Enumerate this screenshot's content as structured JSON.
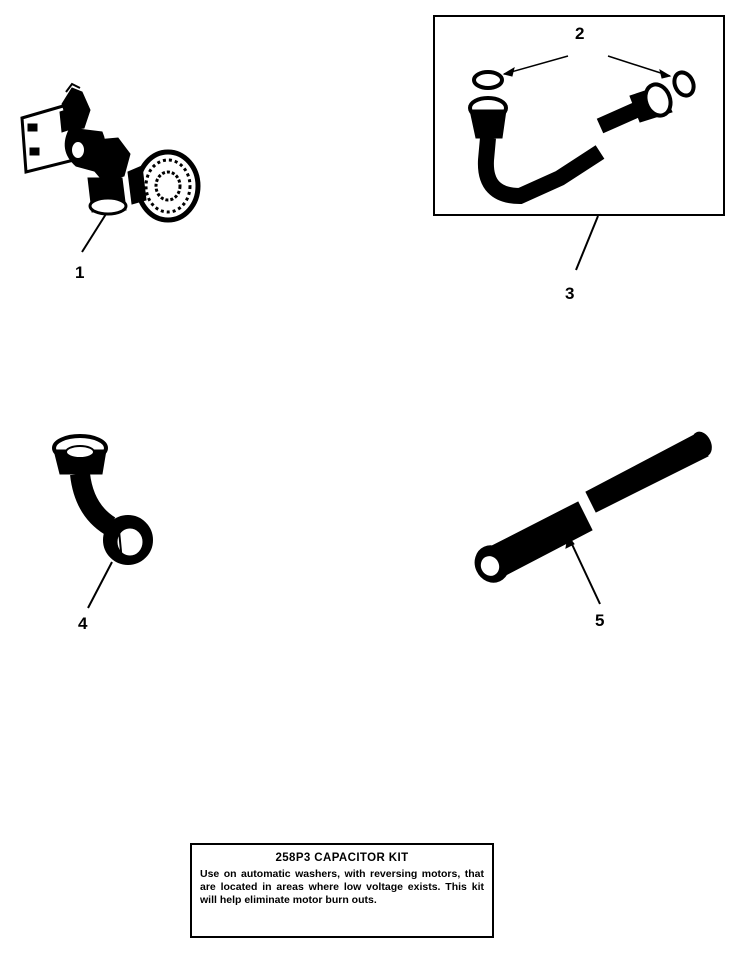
{
  "callouts": {
    "c1": "1",
    "c2": "2",
    "c3": "3",
    "c4": "4",
    "c5": "5"
  },
  "kit_note": {
    "title": "258P3 CAPACITOR KIT",
    "body": "Use on automatic washers, with reversing motors, that are located in areas where low voltage exists. This kit will help eliminate motor burn outs."
  }
}
